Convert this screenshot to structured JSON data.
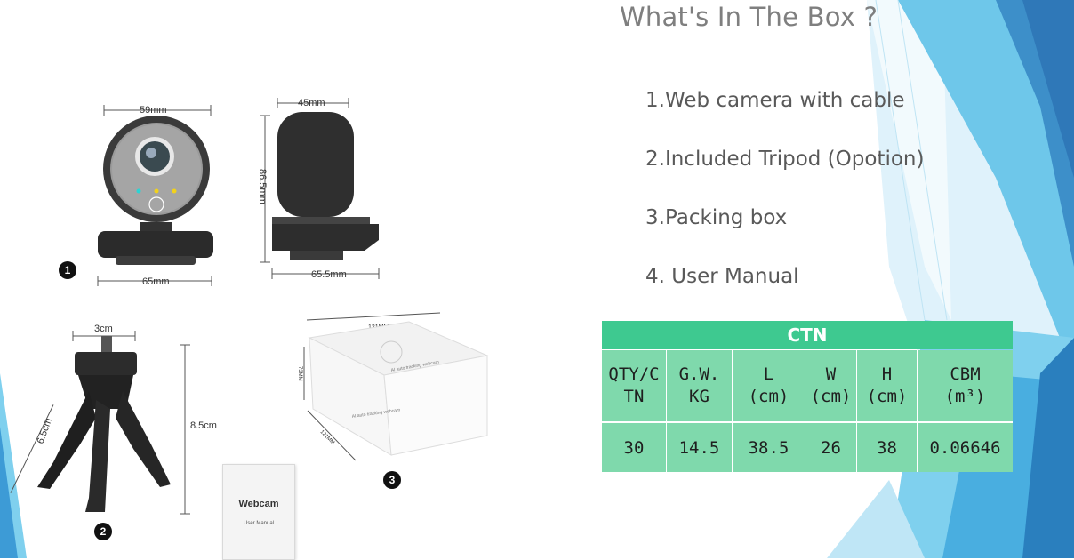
{
  "slide": {
    "title": "What's In The Box ?",
    "items": [
      "1.Web camera with cable",
      "2.Included Tripod (Opotion)",
      "3.Packing box",
      "4. User Manual"
    ]
  },
  "figure": {
    "camera_front": {
      "width_label": "59mm",
      "base_label": "65mm",
      "badge": "1"
    },
    "camera_side": {
      "depth_label": "45mm",
      "height_label": "86.5mm",
      "base_label": "65.5mm"
    },
    "tripod": {
      "top_label": "3cm",
      "leg_label": "6.5cm",
      "height_label": "8.5cm",
      "badge": "2"
    },
    "box": {
      "length_label": "121MM",
      "height_label": "73MM",
      "width_label": "121MM",
      "lid_text": "AI auto tracking webcam",
      "side_text": "AI auto tracking webcam",
      "badge": "3"
    },
    "manual": {
      "title": "Webcam",
      "subtitle": "User Manual"
    }
  },
  "carton": {
    "header": "CTN",
    "columns": [
      [
        "QTY/C",
        "TN"
      ],
      [
        "G.W.",
        "KG"
      ],
      [
        "L",
        "(cm)"
      ],
      [
        "W",
        "(cm)"
      ],
      [
        "H",
        "(cm)"
      ],
      [
        "CBM",
        "(m³)"
      ]
    ],
    "values": [
      "30",
      "14.5",
      "38.5",
      "26",
      "38",
      "0.06646"
    ]
  },
  "colors": {
    "table_header": "#3ec990",
    "table_body": "#7fd9ac",
    "accent_blue": "#3d9bd6",
    "title_gray": "#7f7f7f"
  }
}
